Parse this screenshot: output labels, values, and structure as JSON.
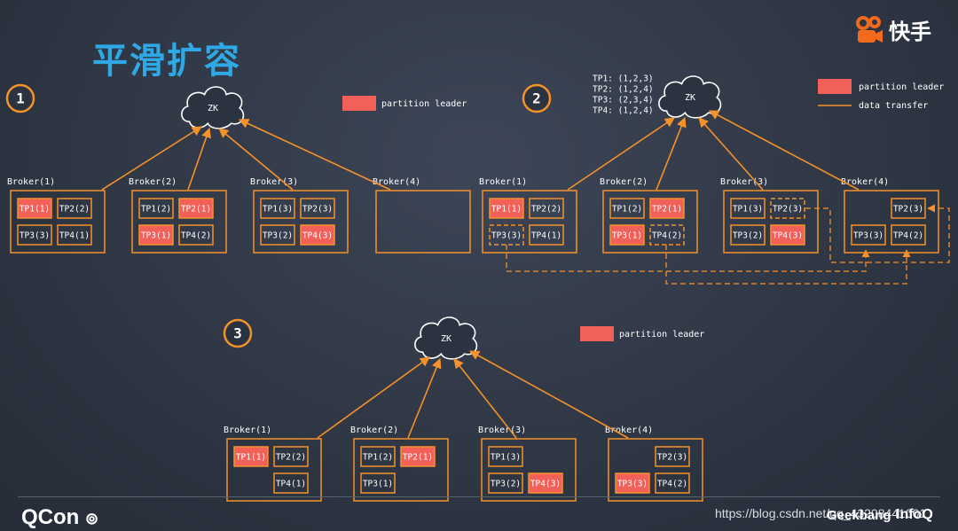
{
  "title": "平滑扩容",
  "logo_text": "快手",
  "footer": {
    "qcon": "QCon",
    "url": "https://blog.csdn.net/qq_43208441001",
    "brand_left": "Geekbang",
    "brand_right": "InfoQ"
  },
  "colors": {
    "orange": "#f5922a",
    "leader_fill": "#f2605a",
    "title_blue": "#2fa9e5"
  },
  "panels": [
    {
      "step": "1",
      "zk_label": "ZK",
      "legend_leader": "partition leader",
      "brokers": [
        {
          "name": "Broker(1)",
          "partitions": [
            {
              "label": "TP1(1)",
              "leader": true
            },
            {
              "label": "TP2(2)",
              "leader": false
            },
            {
              "label": "TP3(3)",
              "leader": false
            },
            {
              "label": "TP4(1)",
              "leader": false
            }
          ]
        },
        {
          "name": "Broker(2)",
          "partitions": [
            {
              "label": "TP1(2)",
              "leader": false
            },
            {
              "label": "TP2(1)",
              "leader": true
            },
            {
              "label": "TP3(1)",
              "leader": true
            },
            {
              "label": "TP4(2)",
              "leader": false
            }
          ]
        },
        {
          "name": "Broker(3)",
          "partitions": [
            {
              "label": "TP1(3)",
              "leader": false
            },
            {
              "label": "TP2(3)",
              "leader": false
            },
            {
              "label": "TP3(2)",
              "leader": false
            },
            {
              "label": "TP4(3)",
              "leader": true
            }
          ]
        },
        {
          "name": "Broker(4)",
          "partitions": []
        }
      ]
    },
    {
      "step": "2",
      "zk_label": "ZK",
      "assignment": [
        "TP1: (1,2,3)",
        "TP2: (1,2,4)",
        "TP3: (2,3,4)",
        "TP4: (1,2,4)"
      ],
      "legend_leader": "partition leader",
      "legend_transfer": "data transfer",
      "brokers": [
        {
          "name": "Broker(1)",
          "partitions": [
            {
              "label": "TP1(1)",
              "leader": true
            },
            {
              "label": "TP2(2)",
              "leader": false
            },
            {
              "label": "TP3(3)",
              "leader": false,
              "dashed": true
            },
            {
              "label": "TP4(1)",
              "leader": false
            }
          ]
        },
        {
          "name": "Broker(2)",
          "partitions": [
            {
              "label": "TP1(2)",
              "leader": false
            },
            {
              "label": "TP2(1)",
              "leader": true
            },
            {
              "label": "TP3(1)",
              "leader": true
            },
            {
              "label": "TP4(2)",
              "leader": false,
              "dashed": true
            }
          ]
        },
        {
          "name": "Broker(3)",
          "partitions": [
            {
              "label": "TP1(3)",
              "leader": false
            },
            {
              "label": "TP2(3)",
              "leader": false,
              "dashed": true
            },
            {
              "label": "TP3(2)",
              "leader": false
            },
            {
              "label": "TP4(3)",
              "leader": true
            }
          ]
        },
        {
          "name": "Broker(4)",
          "partitions": [
            {
              "label": "TP2(3)",
              "leader": false
            },
            {
              "label": "TP3(3)",
              "leader": false
            },
            {
              "label": "TP4(2)",
              "leader": false
            }
          ]
        }
      ]
    },
    {
      "step": "3",
      "zk_label": "ZK",
      "legend_leader": "partition leader",
      "brokers": [
        {
          "name": "Broker(1)",
          "partitions": [
            {
              "label": "TP1(1)",
              "leader": true
            },
            {
              "label": "TP2(2)",
              "leader": false
            },
            {
              "label": "TP4(1)",
              "leader": false
            }
          ]
        },
        {
          "name": "Broker(2)",
          "partitions": [
            {
              "label": "TP1(2)",
              "leader": false
            },
            {
              "label": "TP2(1)",
              "leader": true
            },
            {
              "label": "TP3(1)",
              "leader": false
            }
          ]
        },
        {
          "name": "Broker(3)",
          "partitions": [
            {
              "label": "TP1(3)",
              "leader": false
            },
            {
              "label": "TP3(2)",
              "leader": false
            },
            {
              "label": "TP4(3)",
              "leader": true
            }
          ]
        },
        {
          "name": "Broker(4)",
          "partitions": [
            {
              "label": "TP2(3)",
              "leader": false
            },
            {
              "label": "TP3(3)",
              "leader": true
            },
            {
              "label": "TP4(2)",
              "leader": false
            }
          ]
        }
      ]
    }
  ]
}
